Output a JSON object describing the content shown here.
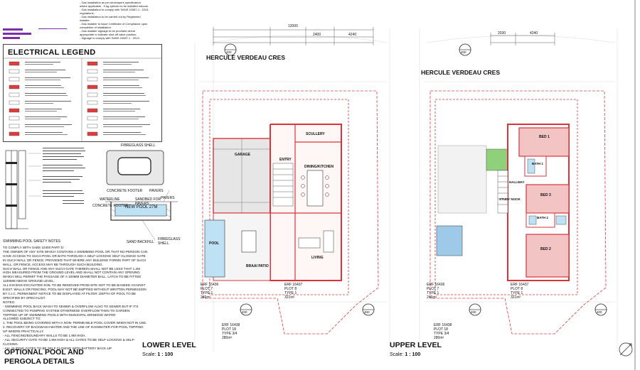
{
  "gas_notes": [
    "- Gas installation as per developers specification",
    "where applicable - 9 kg cylinder to be installed indoors.",
    "- Gas installation to comply with SANS 10087-1 : 2013,",
    "regulations.",
    "- Gas installation to be carried out by Registered",
    "installer.",
    "- Gas installer to issue Certificate of Compliance upon",
    "completion of installation.",
    "- Gas installer signage to be provided where",
    "appropriate to indicate shut-off valve position.",
    "- Signage to comply with SANS 10087-1 : 2013."
  ],
  "electrical_legend": {
    "title": "ELECTRICAL LEGEND"
  },
  "pool": {
    "shell_label": "FIBREGLASS SHELL",
    "concrete_footer": "CONCRETE FOOTER",
    "pavers": "PAVERS",
    "waterline": "WATERLINE",
    "concrete_footer_2": "CONCRETE FOOTER",
    "sandbed": "SANDBED FOR PAVERS",
    "pavers_2": "PAVERS",
    "new_pool": "NEW POOL 27M",
    "sand_backfill": "SAND BACKFILL",
    "fibreglass_shell_2": "FIBREGLASS SHELL"
  },
  "safety": {
    "heading": "SWIMMING POOL SAFETY NOTES",
    "lines": [
      "TO COMPLY WITH SABS 10400 PART D:",
      "THE OWNER OF ANY SITE WHICH CONTAINS A SWIMMING POOL OR THAT NO PERSON CAN",
      "HAVE ACCESS TO SUCH POOL OR BATH THROUGH A SELF-LOCKING SELF-CLOSING GATE",
      "IN SUCH WALL OR FENCE; PROVIDED THAT WHERE ANY BUILDING FORMS PART OF SUCH",
      "WALL, OR FENCE, ACCESS MAY BE THROUGH SUCH BUILDING.",
      "SUCH WALL OR FENCE AND ANY SUCH GATE THEREIN SHALL NOT BE LESS THAT 1.2M",
      "HIGH MEASURED FROM THE GROUND LEVEL AND SHALL NOT CONTAIN ANY OPENING",
      "WHICH WILL PERMIT THE PASSAGE OF A 100MM DIAMETER BALL. LATCH TO BE FITTED",
      "1100MM ABOVE GROUND LEVEL.",
      "ALL EXCESS EXCAVATED SOIL TO BE REMOVED FROM SITE NOT TO BE BANKED AGAINST",
      "EXIST. WALLS OR FENCING. POOL MAY NOT BE EMPTIED WITHOUT WRITTEN PERMISSION",
      "BY C.I.C. PERMANENT NOTICE TO BE DISPLAYED AT FILTER. DEPTH OF POOL TO BE",
      "SPECIFIED BY SPECIALIST.",
      "NOTES:",
      "- SWIMMING POOL BACK WASH TO SEWER & OVERFLOW ALSO TO SEWER BUT IF ITS",
      "CONNECTED TO PUMPING SYSTEM OTHERWISE OVERFLOW THEN TO GARDEN.",
      "TOPPING UP OF SWIMMING POOLS WITH MUNICIPAL DRINKING WATER",
      "ALLOWED SUBJECT TO:",
      "1. THE POOL BEING COVERED WITH A NON- PERMEABLE POOL COVER WHEN NOT IN USE.",
      "2. RECOVERY OF BACKWASH WATER AND THE USE OF RAINWATER FOR POOL TOPPING",
      "UP WHERE PRACTICALLY.",
      "- ALL FENCING/BOUNDARY WALLS TO BE 1.8M HIGH.",
      "- ALL SECURITY GATE TO BE 1.8M HIGH & ALL GATES TO BE SELF-LOCKING & SELF-",
      "CLOSING.",
      "- ALL SLIDING GATES TO BE SELF CLOSING WITH BATTERY BACK-UP"
    ]
  },
  "section_title": [
    "OPTIONAL POOL AND",
    "PERGOLA DETAILS"
  ],
  "lower": {
    "street": "HERCULE VERDEAU CRES",
    "label": "LOWER LEVEL",
    "scale_label": "Scale:",
    "scale": "1 : 100",
    "rooms": {
      "garage": "GARAGE",
      "entry": "ENTRY",
      "scullery": "SCULLERY",
      "dining_kitchen": "DINING/KITCHEN",
      "living": "LIVING",
      "braai_patio": "BRAAI PATIO",
      "pool": "POOL"
    },
    "erf_left": {
      "erf": "ERF 16436",
      "plot": "PLOT 7",
      "type": "TYPE 1",
      "area": "246m²"
    },
    "erf_bottom": {
      "erf": "ERF 16438",
      "plot": "PLOT 18",
      "type": "TYPE 3/4",
      "area": "280m²"
    },
    "erf_right": {
      "erf": "ERF 16437",
      "plot": "PLOT 8",
      "type": "TYPE 1",
      "area": "321m²"
    },
    "sections": [
      "400",
      "400",
      "400"
    ],
    "dims_top": [
      "12000",
      "2400",
      "4240"
    ]
  },
  "upper": {
    "street": "HERCULE VERDEAU CRES",
    "label": "UPPER LEVEL",
    "scale_label": "Scale:",
    "scale": "1 : 100",
    "rooms": {
      "bed1": "BED 1",
      "bath1": "BATH 1",
      "bed2": "BED 2",
      "bath2": "BATH 2",
      "bed3": "BED 3",
      "hallway": "HALLWAY",
      "study": "STUDY NOOK"
    },
    "erf_left": {
      "erf": "ERF 16436",
      "plot": "PLOT 7",
      "type": "TYPE 1",
      "area": "246m²"
    },
    "erf_bottom": {
      "erf": "ERF 16438",
      "plot": "PLOT 18",
      "type": "TYPE 3/4",
      "area": "280m²"
    },
    "erf_right": {
      "erf": "ERF 16437",
      "plot": "PLOT 8",
      "type": "TYPE 1",
      "area": "321m²"
    },
    "sections": [
      "400",
      "400",
      "400"
    ],
    "dims_top": [
      "2030",
      "4240"
    ]
  },
  "colors": {
    "wall_red": "#d9343a",
    "boundary_red": "#e23b3b",
    "pink_fill": "#f2c4c4",
    "pool_blue": "#9fc9e8",
    "green": "#8fd07a",
    "purple": "#7b2fa8",
    "grid": "#c9c9c9"
  }
}
